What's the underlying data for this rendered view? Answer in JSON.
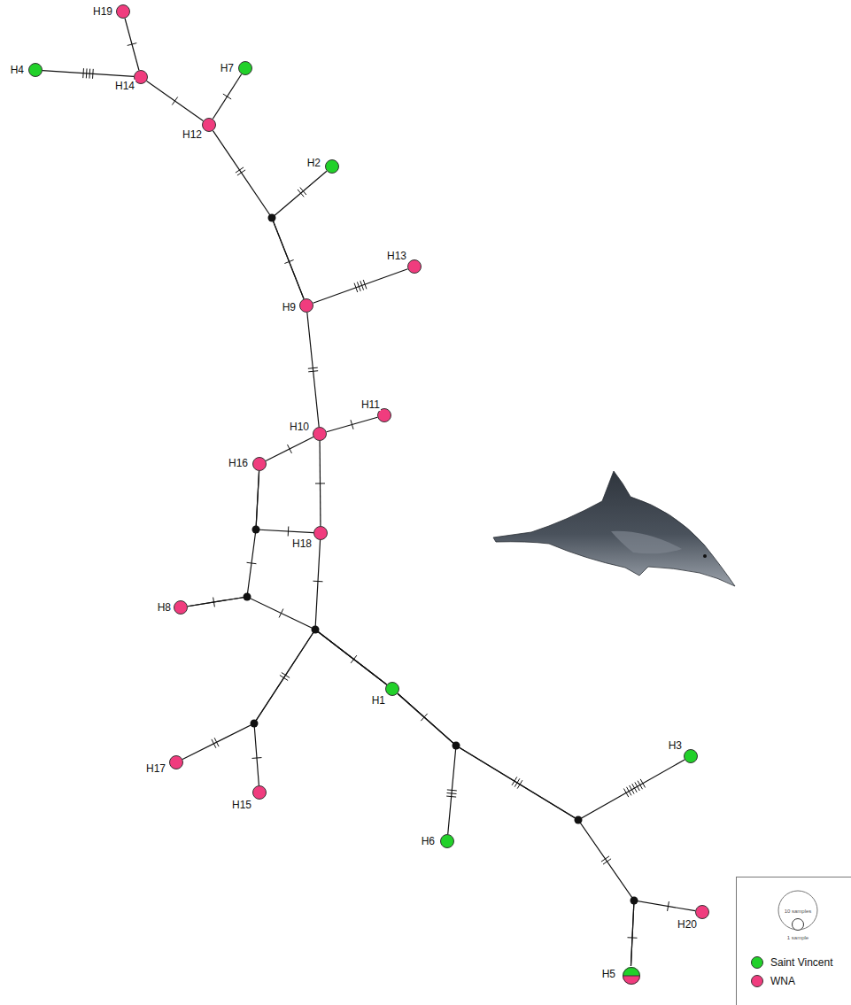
{
  "diagram": {
    "nodes": [
      {
        "text": [
          "H19"
        ]
      },
      {
        "text": [
          "H4"
        ]
      },
      {
        "text": [
          "H14"
        ]
      },
      {
        "text": [
          "H7"
        ]
      },
      {
        "text": [
          "H12"
        ]
      },
      {
        "text": [
          "H2"
        ]
      },
      {
        "text": [
          "H13"
        ]
      },
      {
        "text": [
          "H9"
        ]
      },
      {
        "text": [
          "H11"
        ]
      },
      {
        "text": [
          "H10"
        ]
      },
      {
        "text": [
          "H16"
        ]
      },
      {
        "text": [
          "H18"
        ]
      },
      {
        "text": [
          "H8"
        ]
      },
      {
        "text": [
          "H1"
        ]
      },
      {
        "text": [
          "H17"
        ]
      },
      {
        "text": [
          "H15"
        ]
      },
      {
        "text": [
          "H6"
        ]
      },
      {
        "text": [
          "H3"
        ]
      },
      {
        "text": [
          "H20"
        ]
      },
      {
        "text": [
          "H5"
        ]
      }
    ],
    "edges": [
      {
        "from": 0,
        "to": 2,
        "arrow": "none"
      },
      {
        "from": 1,
        "to": 2,
        "arrow": "none"
      },
      {
        "from": 2,
        "to": 4,
        "arrow": "none"
      },
      {
        "from": 3,
        "to": 4,
        "arrow": "none"
      },
      {
        "from": 4,
        "to": 7,
        "arrow": "none"
      },
      {
        "from": 5,
        "to": 7,
        "arrow": "none"
      },
      {
        "from": 7,
        "to": 6,
        "arrow": "none"
      },
      {
        "from": 7,
        "to": 9,
        "arrow": "none"
      },
      {
        "from": 9,
        "to": 8,
        "arrow": "none"
      },
      {
        "from": 9,
        "to": 10,
        "arrow": "none"
      },
      {
        "from": 9,
        "to": 11,
        "arrow": "none"
      },
      {
        "from": 10,
        "to": 11,
        "arrow": "none"
      },
      {
        "from": 10,
        "to": 12,
        "arrow": "none"
      },
      {
        "from": 12,
        "to": 13,
        "arrow": "none"
      },
      {
        "from": 11,
        "to": 13,
        "arrow": "none"
      },
      {
        "from": 14,
        "to": 13,
        "arrow": "none"
      },
      {
        "from": 15,
        "to": 13,
        "arrow": "none"
      },
      {
        "from": 13,
        "to": 16,
        "arrow": "none"
      },
      {
        "from": 13,
        "to": 17,
        "arrow": "none"
      },
      {
        "from": 13,
        "to": 19,
        "arrow": "none"
      },
      {
        "from": 18,
        "to": 19,
        "arrow": "none"
      }
    ],
    "labels": [
      "10 samples",
      "1 sample"
    ],
    "legend": [
      {
        "text": "Saint Vincent",
        "color": "#22d12a"
      },
      {
        "text": "WNA",
        "color": "#f03c7e"
      }
    ]
  }
}
